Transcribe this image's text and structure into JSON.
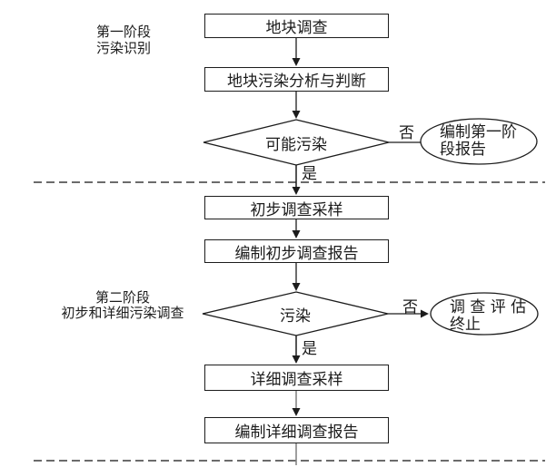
{
  "colors": {
    "ink": "#1c1c1c",
    "gray_line": "#7d7d7d",
    "background": "#ffffff"
  },
  "stage1": {
    "label": {
      "line1": "第一阶段",
      "line2": "污染识别"
    },
    "boxes": {
      "survey": "地块调查",
      "analysis": "地块污染分析与判断"
    },
    "decision": "可能污染",
    "branch_no": "否",
    "branch_yes": "是",
    "terminal": {
      "line1": "编制第一阶",
      "line2": "段报告"
    }
  },
  "stage2": {
    "label": {
      "line1": "第二阶段",
      "line2": "初步和详细污染调查"
    },
    "boxes": {
      "preliminary_sampling": "初步调查采样",
      "preliminary_report": "编制初步调查报告",
      "detailed_sampling": "详细调查采样",
      "detailed_report": "编制详细调查报告"
    },
    "decision": "污染",
    "branch_no": "否",
    "branch_yes": "是",
    "terminal": {
      "line1": "调 查 评 估",
      "line2": "终止"
    }
  }
}
